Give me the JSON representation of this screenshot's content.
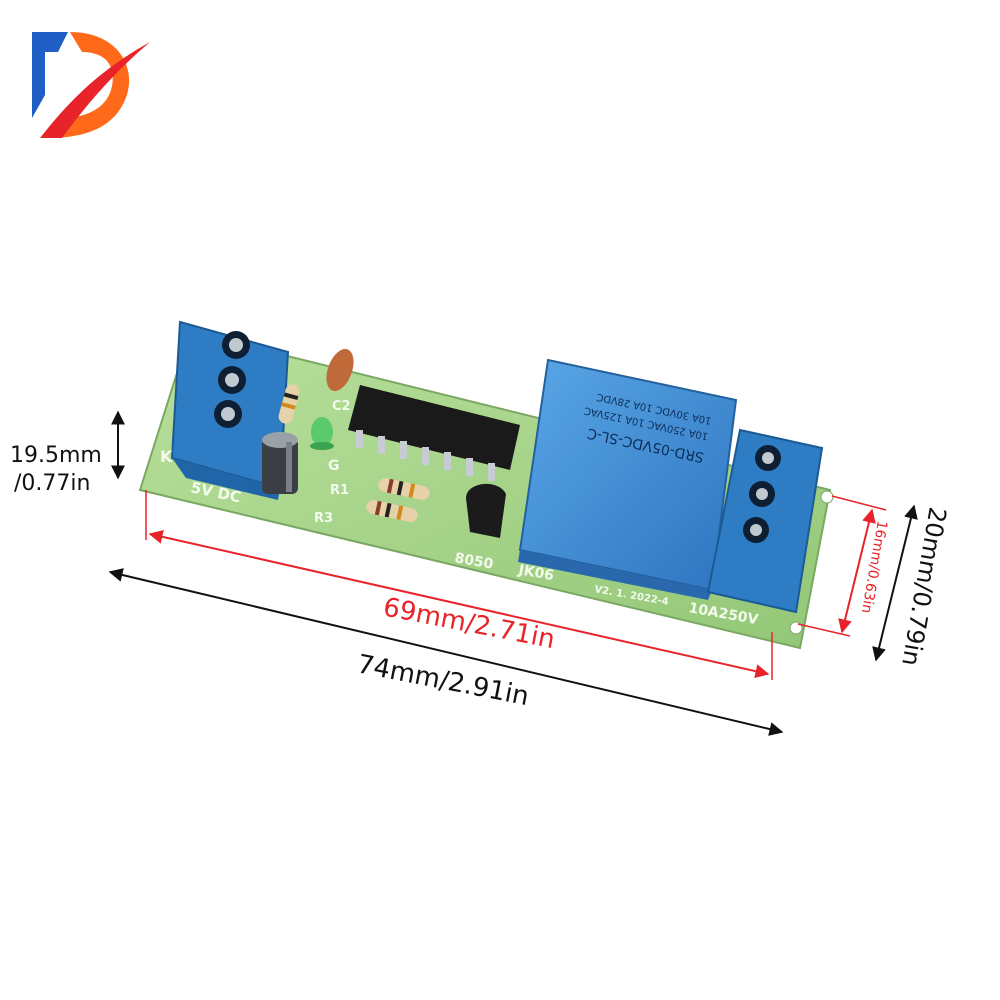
{
  "logo": {
    "letter": "D",
    "colors": {
      "blue": "#1f5fc4",
      "orange": "#ff6a1a",
      "red": "#e8232a"
    }
  },
  "board": {
    "silkscreen": {
      "power_label": "5V DC",
      "r1": "R1",
      "r3": "R3",
      "c2": "C2",
      "g": "G",
      "k": "K",
      "transistor": "8050",
      "model": "JK06",
      "version": "V2. 1. 2022-4",
      "rating": "10A250V"
    },
    "relay": {
      "line1": "SRD-05VDC-SL-C",
      "line2": "10A 250VAC  10A 125VAC",
      "line3": "10A 30VDC  10A 28VDC"
    }
  },
  "dimensions": {
    "height_left": {
      "line1": "19.5mm",
      "line2": "/0.77in"
    },
    "inner_length": "69mm/2.71in",
    "total_length": "74mm/2.91in",
    "inner_width": "16mm/0.63in",
    "total_width": "20mm/0.79in"
  },
  "colors": {
    "red_dim": "#e8232a",
    "black_dim": "#111111",
    "pcb": "#a8d48a",
    "terminal": "#2d7cc4",
    "relay": "#3d8fd6"
  }
}
